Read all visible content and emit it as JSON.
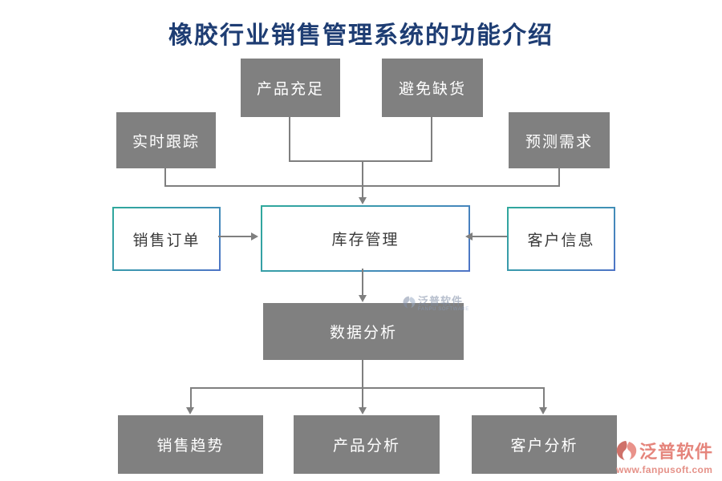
{
  "title": "橡胶行业销售管理系统的功能介绍",
  "nodes": {
    "product_sufficient": "产品充足",
    "avoid_shortage": "避免缺货",
    "realtime_tracking": "实时跟踪",
    "forecast_demand": "预测需求",
    "sales_order": "销售订单",
    "inventory_management": "库存管理",
    "customer_info": "客户信息",
    "data_analysis": "数据分析",
    "sales_trend": "销售趋势",
    "product_analysis": "产品分析",
    "customer_analysis": "客户分析"
  },
  "edges": [
    {
      "from": "产品充足",
      "to": "库存管理"
    },
    {
      "from": "避免缺货",
      "to": "库存管理"
    },
    {
      "from": "实时跟踪",
      "to": "库存管理"
    },
    {
      "from": "预测需求",
      "to": "库存管理"
    },
    {
      "from": "销售订单",
      "to": "库存管理"
    },
    {
      "from": "客户信息",
      "to": "库存管理"
    },
    {
      "from": "库存管理",
      "to": "数据分析"
    },
    {
      "from": "数据分析",
      "to": "销售趋势"
    },
    {
      "from": "数据分析",
      "to": "产品分析"
    },
    {
      "from": "数据分析",
      "to": "客户分析"
    }
  ],
  "watermark": {
    "brand": "泛普软件",
    "subtitle": "FANPU SOFTWARE"
  },
  "logo": {
    "brand": "泛普软件",
    "url": "www.fanpusoft.com"
  },
  "colors": {
    "title_text": "#1e3d73",
    "gray_box_fill": "#808080",
    "gray_box_text": "#ffffff",
    "outline_box_text": "#3a3a3a",
    "outline_gradient_start": "#2fa89c",
    "outline_gradient_end": "#4e74c6",
    "connector": "#7f7f7f",
    "brand_accent": "#e5857c"
  }
}
